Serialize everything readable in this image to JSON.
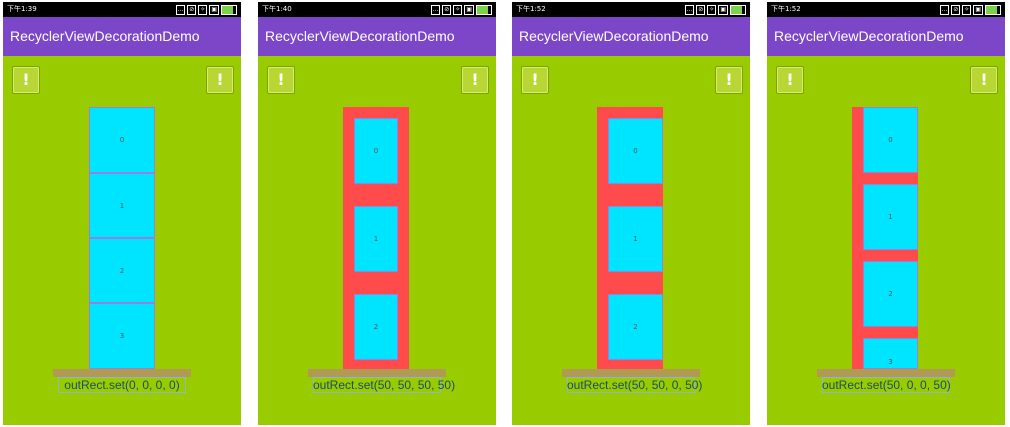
{
  "app_title": "RecyclerViewDecorationDemo",
  "alert_glyph": "!",
  "phones": [
    {
      "status_time": "下午1:39",
      "caption": "outRect.set(0, 0, 0, 0)",
      "items": [
        "0",
        "1",
        "2",
        "3"
      ]
    },
    {
      "status_time": "下午1:40",
      "caption": "outRect.set(50, 50, 50, 50)",
      "items": [
        "0",
        "1",
        "2"
      ]
    },
    {
      "status_time": "下午1:52",
      "caption": "outRect.set(50, 50, 0, 50)",
      "items": [
        "0",
        "1",
        "2"
      ]
    },
    {
      "status_time": "下午1:52",
      "caption": "outRect.set(50, 0, 0, 50)",
      "items": [
        "0",
        "1",
        "2",
        "3"
      ]
    }
  ],
  "status_icons": [
    "...",
    "⊘",
    "✧",
    "▣"
  ],
  "colors": {
    "app_bar": "#7b47c8",
    "background": "#99cc00",
    "item": "#00e5ff",
    "decoration": "#ff4b4b"
  }
}
